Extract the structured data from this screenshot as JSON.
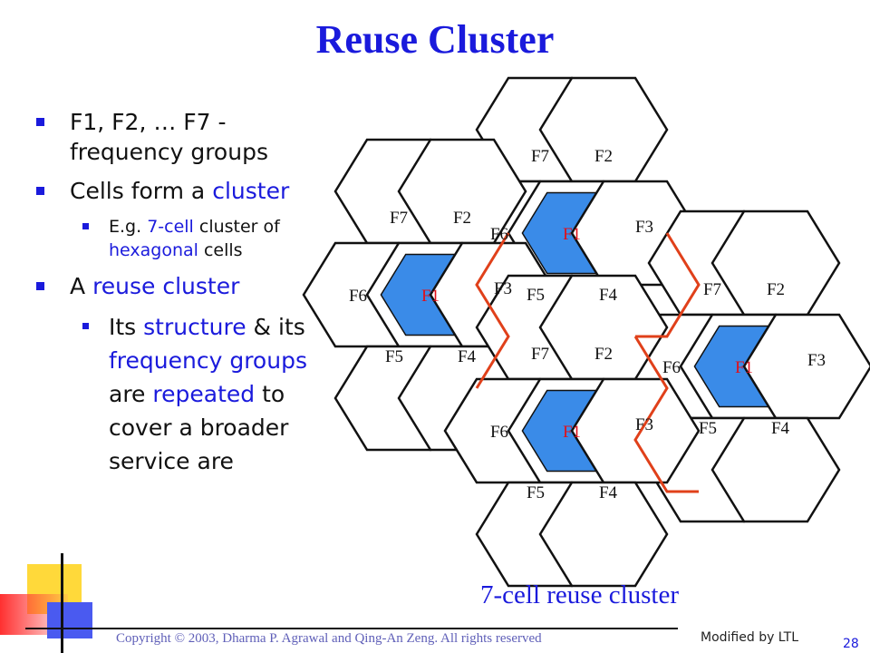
{
  "slide": {
    "title": "Reuse Cluster",
    "bullets": [
      {
        "text": "F1, F2, … F7 - frequency groups"
      },
      {
        "pre": "Cells form a ",
        "hl": "cluster"
      },
      {
        "pre": "E.g. ",
        "hl1": "7-cell",
        "mid": " cluster of ",
        "hl2": "hexagonal",
        "post": " cells"
      },
      {
        "pre": "A ",
        "hl": "reuse cluster"
      },
      {
        "pre": "Its ",
        "hl1": "structure",
        "mid1": " & its ",
        "hl2": "frequency groups",
        "mid2": " are ",
        "hl3": "repeated",
        "post": " to cover a broader service are"
      }
    ],
    "caption": "7-cell reuse cluster",
    "copyright": "Copyright © 2003, Dharma P. Agrawal and Qing-An Zeng. All rights reserved",
    "modified": "Modified  by LTL",
    "page_number": "28"
  },
  "colors": {
    "title": "#1a1adc",
    "highlight": "#1a1adc",
    "hex_fill": "#ffffff",
    "center_fill": "#3a8be8",
    "outline": "#111111",
    "cluster_boundary": "#e0401a",
    "center_label": "#e0101a"
  },
  "diagram": {
    "labels": [
      "F7",
      "F2",
      "F6",
      "F1",
      "F3",
      "F5",
      "F4",
      "F7",
      "F2",
      "F6",
      "F1",
      "F3",
      "F5",
      "F4",
      "F7",
      "F2",
      "F6",
      "F1",
      "F3",
      "F5",
      "F4",
      "F7",
      "F2",
      "F6",
      "F1",
      "F3",
      "F5",
      "F4"
    ]
  }
}
